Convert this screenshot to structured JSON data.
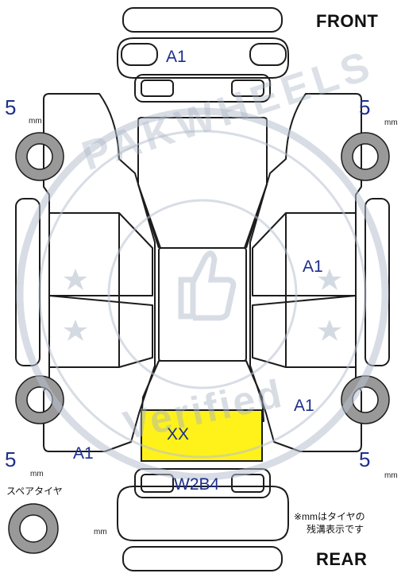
{
  "header": {
    "front": "FRONT",
    "rear": "REAR"
  },
  "tread_depth": {
    "front_left": "5",
    "front_right": "5",
    "rear_left": "5",
    "rear_right": "5",
    "unit": "mm"
  },
  "spare": {
    "label": "スペアタイヤ",
    "unit": "mm"
  },
  "markings": {
    "front_bumper": "A1",
    "right_front_fender": "A1",
    "right_rear_quarter": "A1",
    "left_rear_quarter": "A1",
    "trunk": "XX",
    "rear_bumper": "W2B4"
  },
  "note": {
    "line1": "※mmはタイヤの",
    "line2": "残溝表示です"
  },
  "watermark": {
    "top": "PAKWHEELS",
    "bottom": "Verified"
  },
  "colors": {
    "outline": "#1c1c1c",
    "tire": "#999999",
    "highlight": "#fff21a",
    "label_blue": "#1e2f8c"
  }
}
